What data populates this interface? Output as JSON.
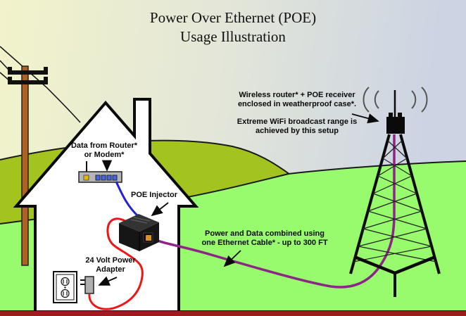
{
  "title": "Power Over Ethernet (POE)\nUsage Illustration",
  "labels": {
    "router": "Data from Router*\nor Modem*",
    "injector": "POE Injector",
    "adapter": "24 Volt Power\nAdapter",
    "ethernet_cable": "Power and Data combined using\none Ethernet Cable* - up to 300 FT",
    "tower_receiver": "Wireless router* + POE receiver\nenclosed in weatherproof case*.",
    "broadcast_range": "Extreme WiFi broadcast range is\nachieved by this setup"
  },
  "colors": {
    "sky_left": "#f2f3cb",
    "sky_right": "#ccd4e3",
    "hill_back": "#a3c41e",
    "hill_front": "#97fb6d",
    "ground_strip": "#9e1b20",
    "house_fill": "#ffffff",
    "outline": "#0a0a0a",
    "data_cable": "#2020dd",
    "power_cable": "#ee1515",
    "ethernet_cable": "#8b2586",
    "pole_brown": "#b06020",
    "device_gray": "#b5b5b5",
    "port_yellow": "#e8b800",
    "port_blue": "#4466ee"
  }
}
